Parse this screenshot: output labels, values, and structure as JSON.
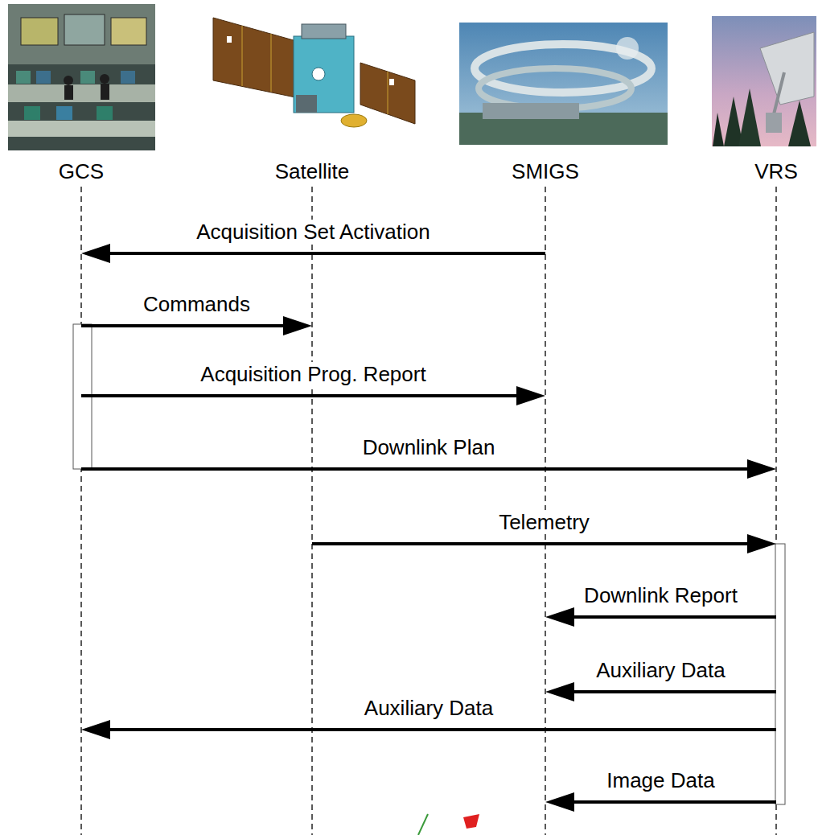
{
  "diagram": {
    "nodes": [
      {
        "text": [
          "GCS"
        ]
      },
      {
        "text": [
          "Satellite"
        ]
      },
      {
        "text": [
          "SMIGS"
        ]
      },
      {
        "text": [
          "VRS"
        ]
      }
    ],
    "edges": [
      {
        "from": 2,
        "to": 0,
        "arrow": "to",
        "label": "Acquisition Set Activation"
      },
      {
        "from": 0,
        "to": 1,
        "arrow": "to",
        "label": "Commands"
      },
      {
        "from": 0,
        "to": 2,
        "arrow": "to",
        "label": "Acquisition Prog. Report"
      },
      {
        "from": 0,
        "to": 3,
        "arrow": "to",
        "label": "Downlink Plan"
      },
      {
        "from": 1,
        "to": 3,
        "arrow": "to",
        "label": "Telemetry"
      },
      {
        "from": 3,
        "to": 2,
        "arrow": "to",
        "label": "Downlink Report"
      },
      {
        "from": 3,
        "to": 2,
        "arrow": "to",
        "label": "Auxiliary Data"
      },
      {
        "from": 3,
        "to": 0,
        "arrow": "to",
        "label": "Auxiliary Data"
      },
      {
        "from": 3,
        "to": 2,
        "arrow": "to",
        "label": "Image Data"
      }
    ]
  }
}
